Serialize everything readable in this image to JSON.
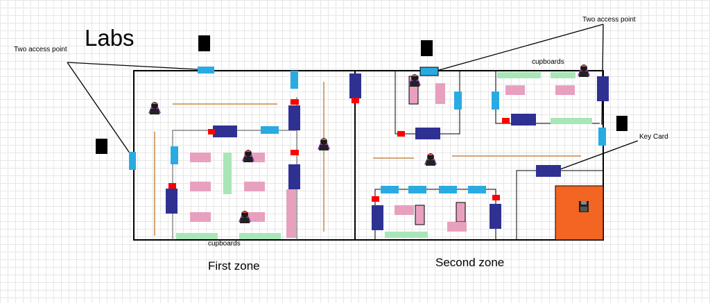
{
  "title": "Labs",
  "labels": {
    "access_point_left": "Two access point",
    "access_point_right": "Two access point",
    "cupboards_bottom": "cupboards",
    "cupboards_top": "cupboards",
    "key_card": "Key Card",
    "zone_first": "First zone",
    "zone_second": "Second zone"
  },
  "legend_colors": {
    "access_point": "#29abe2",
    "door_panel": "#2e3192",
    "red_marker": "#ff0000",
    "table": "#e8a0bf",
    "cupboard": "#a8e6b8",
    "partition": "#d4a574",
    "key_room": "#f26522",
    "camera": "#000000"
  },
  "icons": [
    "person-icon",
    "camera-icon",
    "floppy-disk-icon"
  ]
}
